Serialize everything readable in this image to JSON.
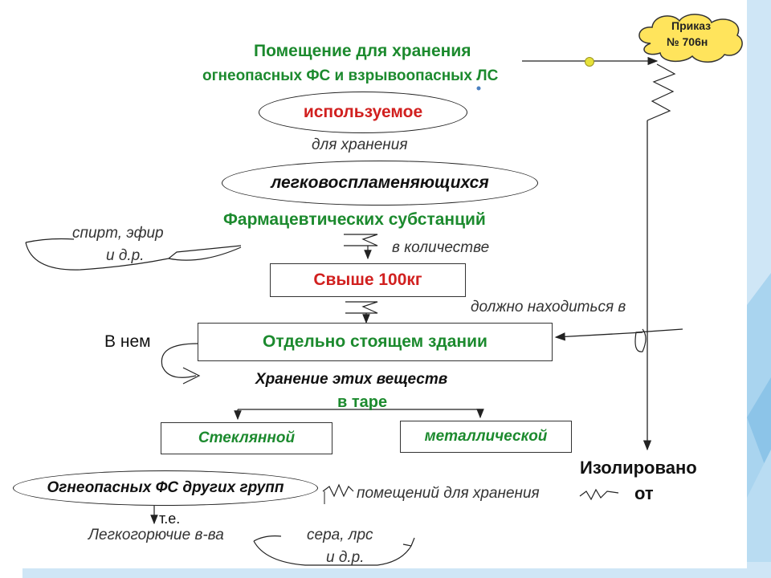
{
  "title_line1": "Помещение для хранения",
  "title_line2": "огнеопасных ФС и взрывоопасных ЛС",
  "cloud": {
    "line1": "Приказ",
    "line2": "№ 706н"
  },
  "oval_used": "используемое",
  "for_storage": "для хранения",
  "oval_flammable": "легковоспламеняющихся",
  "pharm_substances": "Фармацевтических субстанций",
  "examples1": {
    "line1": "спирт, эфир",
    "line2": "и д.р."
  },
  "in_quantity": "в количестве",
  "box_over100": "Свыше 100кг",
  "must_be_in": "должно находиться в",
  "in_it": "В нем",
  "box_building": "Отдельно стоящем здании",
  "storage_these": "Хранение этих веществ",
  "in_container": "в таре",
  "box_glass": "Стеклянной",
  "box_metal": "металлической",
  "isolated": "Изолировано",
  "from": "от",
  "oval_other": "Огнеопасных ФС других групп",
  "premises_storage": "помещений для хранения",
  "ie": "т.е.",
  "combustible": "Легкогорючие в-ва",
  "examples2": {
    "line1": "сера, лрс",
    "line2": "и д.р."
  },
  "colors": {
    "green": "#1c8a2e",
    "red": "#d1201f",
    "cloud": "#ffe45c",
    "bg": "#a9d4ef"
  }
}
